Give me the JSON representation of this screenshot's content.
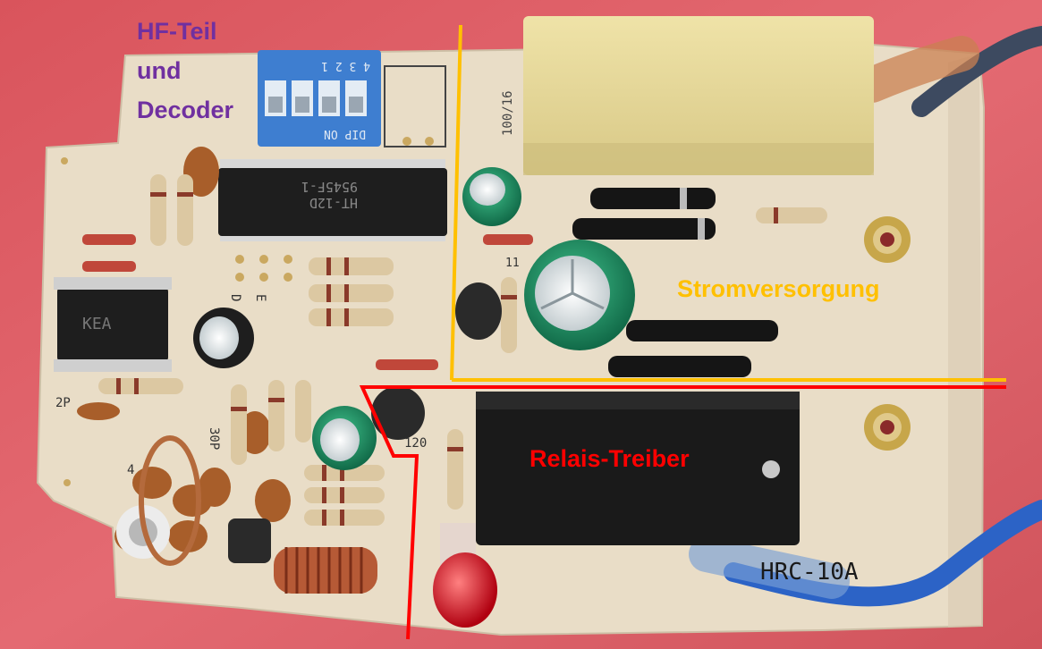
{
  "annotations": {
    "hf_label_line1": "HF-Teil",
    "hf_label_line2": "und",
    "hf_label_line3": "Decoder",
    "power_label": "Stromversorgung",
    "relay_label": "Relais-Treiber"
  },
  "colors": {
    "hf_label": "#7030a0",
    "power_label": "#ffc000",
    "power_line": "#ffc000",
    "relay_label": "#ff0000",
    "relay_line": "#ff0000",
    "background": "#e0606a",
    "pcb": "#e8dcc6"
  },
  "component_markings": {
    "dip_switch_numbers": "4 3 2 1",
    "dip_switch_text": "DIP ON",
    "ic_decoder": "HT-12D",
    "ic_decoder_code": "9545F-1",
    "ic_small": "KEA",
    "capacitor_large": "100/16",
    "relay_marking": "HRC-10A",
    "silk_2p": "2P",
    "silk_30p": "30P",
    "silk_120": "120",
    "silk_11": "11",
    "silk_d": "D",
    "silk_e": "E",
    "silk_4": "4"
  }
}
